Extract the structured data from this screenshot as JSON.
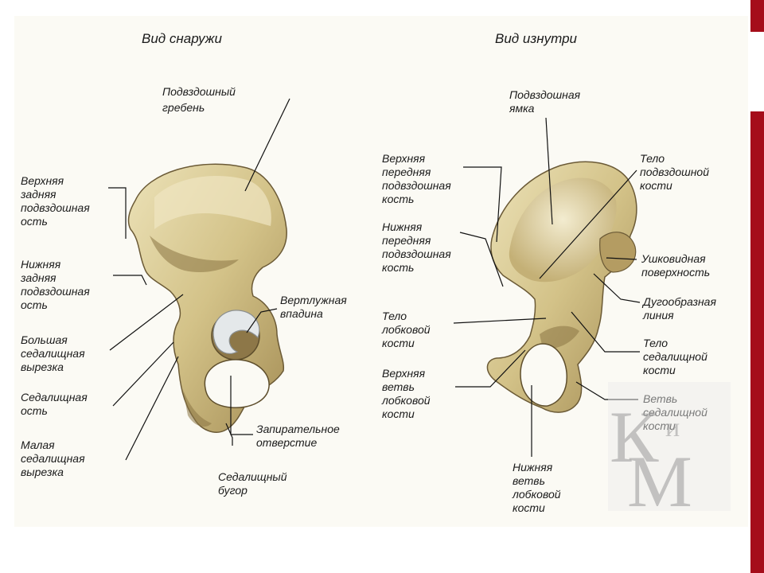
{
  "views": {
    "outside": {
      "title": "Вид снаружи"
    },
    "inside": {
      "title": "Вид изнутри"
    }
  },
  "labels_outside": {
    "iliac_crest": [
      "Подвздошный",
      "гребень"
    ],
    "posterior_superior_iliac_spine": [
      "Верхняя",
      "задняя",
      "подвздошная",
      "ость"
    ],
    "posterior_inferior_iliac_spine": [
      "Нижняя",
      "задняя",
      "подвздошная",
      "ость"
    ],
    "greater_sciatic_notch": [
      "Большая",
      "седалищная",
      "вырезка"
    ],
    "ischial_spine": [
      "Седалищная",
      "ость"
    ],
    "lesser_sciatic_notch": [
      "Малая",
      "седалищная",
      "вырезка"
    ],
    "acetabulum": [
      "Вертлужная",
      "впадина"
    ],
    "obturator_foramen": [
      "Запирательное",
      "отверстие"
    ],
    "ischial_tuberosity": [
      "Седалищный",
      "бугор"
    ]
  },
  "labels_inside": {
    "iliac_fossa": [
      "Подвздошная",
      "ямка"
    ],
    "anterior_superior_iliac_spine": [
      "Верхняя",
      "передняя",
      "подвздошная",
      "кость"
    ],
    "anterior_inferior_iliac_spine": [
      "Нижняя",
      "передняя",
      "подвздошная",
      "кость"
    ],
    "body_of_pubis": [
      "Тело",
      "лобковой",
      "кости"
    ],
    "superior_pubic_ramus": [
      "Верхняя",
      "ветвь",
      "лобковой",
      "кости"
    ],
    "inferior_pubic_ramus": [
      "Нижняя",
      "ветвь",
      "лобковой",
      "кости"
    ],
    "body_of_ilium": [
      "Тело",
      "подвздошной",
      "кости"
    ],
    "auricular_surface": [
      "Ушковидная",
      "поверхность"
    ],
    "arcuate_line": [
      "Дугообразная",
      "линия"
    ],
    "body_of_ischium": [
      "Тело",
      "седалищной",
      "кости"
    ],
    "ischial_ramus": [
      "Ветвь",
      "седалищной",
      "кости"
    ]
  },
  "watermark": {
    "letters": [
      "К",
      "и",
      "М"
    ]
  },
  "colors": {
    "accent_bar": "#a50d1a",
    "panel_bg": "#fbfaf4",
    "bone_light": "#e6d9a6",
    "bone_dark": "#9c8450",
    "text": "#1a1a1a"
  }
}
